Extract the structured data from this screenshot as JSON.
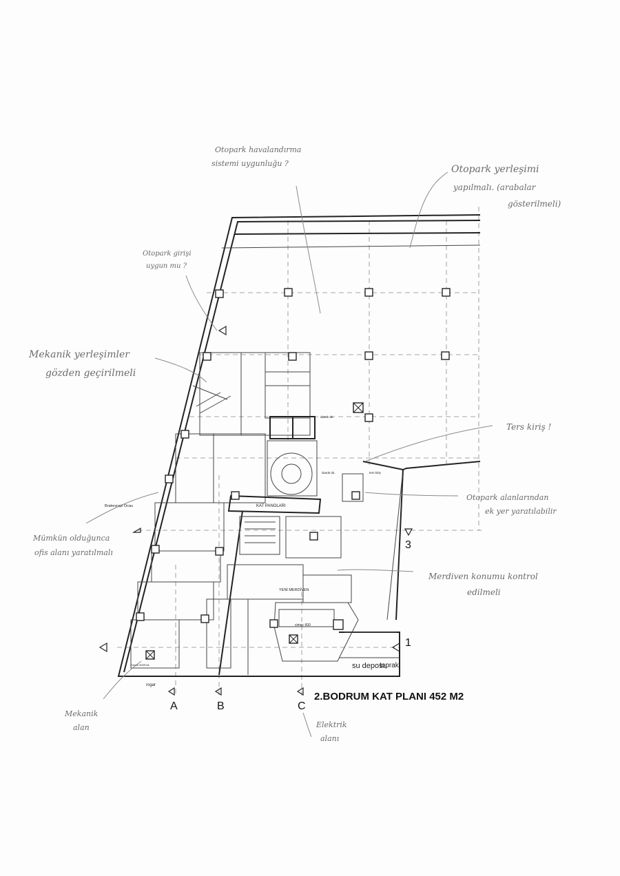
{
  "plan": {
    "title": "2.BODRUM KAT PLANI 452 M2",
    "grid_axes": {
      "letters": [
        "A",
        "B",
        "C"
      ],
      "numbers": [
        "3",
        "1"
      ]
    },
    "room_labels": {
      "kat_panolari": "KAT PANOLARI",
      "yeni_merdiven": "YENİ MERDİVEN",
      "su_deposu": "su deposu",
      "toprak": "toprak",
      "rogar": "rogar",
      "brakevrapi_ocau": "Brakevrapi Ocau",
      "dusuk_do_1": "dusük dö.",
      "dusuk_do_2": "dusük dö.",
      "ters_kiris": "ters kiriş",
      "dusuk_top": "dusük dö.",
      "cimac": "cimac 600",
      "small_room": "Dinsel 500KVA"
    }
  },
  "annotations": [
    {
      "id": "ventilation",
      "lines": [
        "Otopark havalandırma",
        "sistemi uygunluğu ?"
      ]
    },
    {
      "id": "parking-layout",
      "lines": [
        "Otopark yerleşimi",
        "yapılmalı. (arabalar",
        "gösterilmeli)"
      ]
    },
    {
      "id": "parking-entry",
      "lines": [
        "Otopark girişi",
        "uygun mu ?"
      ]
    },
    {
      "id": "mechanical",
      "lines": [
        "Mekanik yerleşimler",
        "gözden geçirilmeli"
      ]
    },
    {
      "id": "reverse-beam",
      "lines": [
        "Ters kiriş !"
      ]
    },
    {
      "id": "extra-space",
      "lines": [
        "Otopark alanlarından",
        "ek yer yaratılabilir"
      ]
    },
    {
      "id": "office",
      "lines": [
        "Mümkün olduğunca",
        "ofis alanı yaratılmalı"
      ]
    },
    {
      "id": "stair",
      "lines": [
        "Merdiven konumu kontrol",
        "edilmeli"
      ]
    },
    {
      "id": "mech-area",
      "lines": [
        "Mekanik",
        "alan"
      ]
    },
    {
      "id": "elec-area",
      "lines": [
        "Elektrik",
        "alanı"
      ]
    }
  ]
}
